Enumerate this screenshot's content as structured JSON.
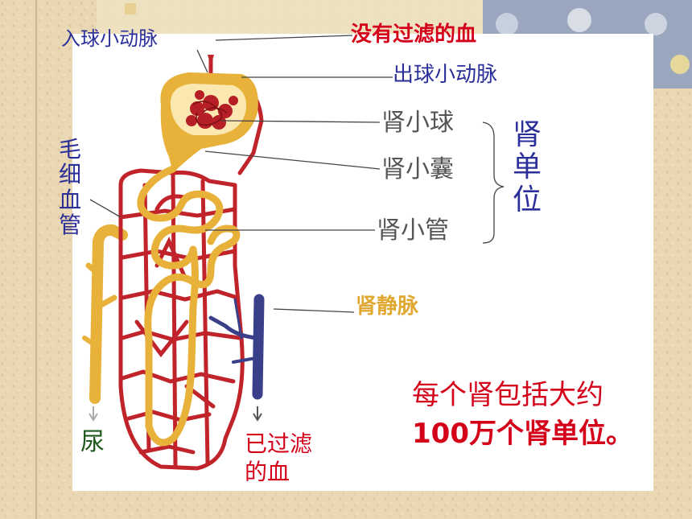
{
  "labels": {
    "afferent_arteriole": "入球小动脉",
    "unfiltered_blood": "没有过滤的血",
    "efferent_arteriole": "出球小动脉",
    "glomerulus": "肾小球",
    "bowman_capsule": "肾小囊",
    "renal_tubule": "肾小管",
    "capillary": "毛细血管",
    "nephron": "肾单位",
    "renal_vein": "肾静脉",
    "urine": "尿",
    "filtered_blood": "已过滤的血"
  },
  "note": {
    "line1": "每个肾包括大约",
    "line2": "100万个肾单位。"
  },
  "colors": {
    "artery": "#c0242a",
    "tubule": "#e8b23a",
    "vein": "#3a3f8a",
    "note_text": "#d4001a",
    "label_blue": "#2b2f9a",
    "label_gray": "#555555",
    "label_vein": "#e0a830",
    "label_urine": "#1f5a1f"
  }
}
